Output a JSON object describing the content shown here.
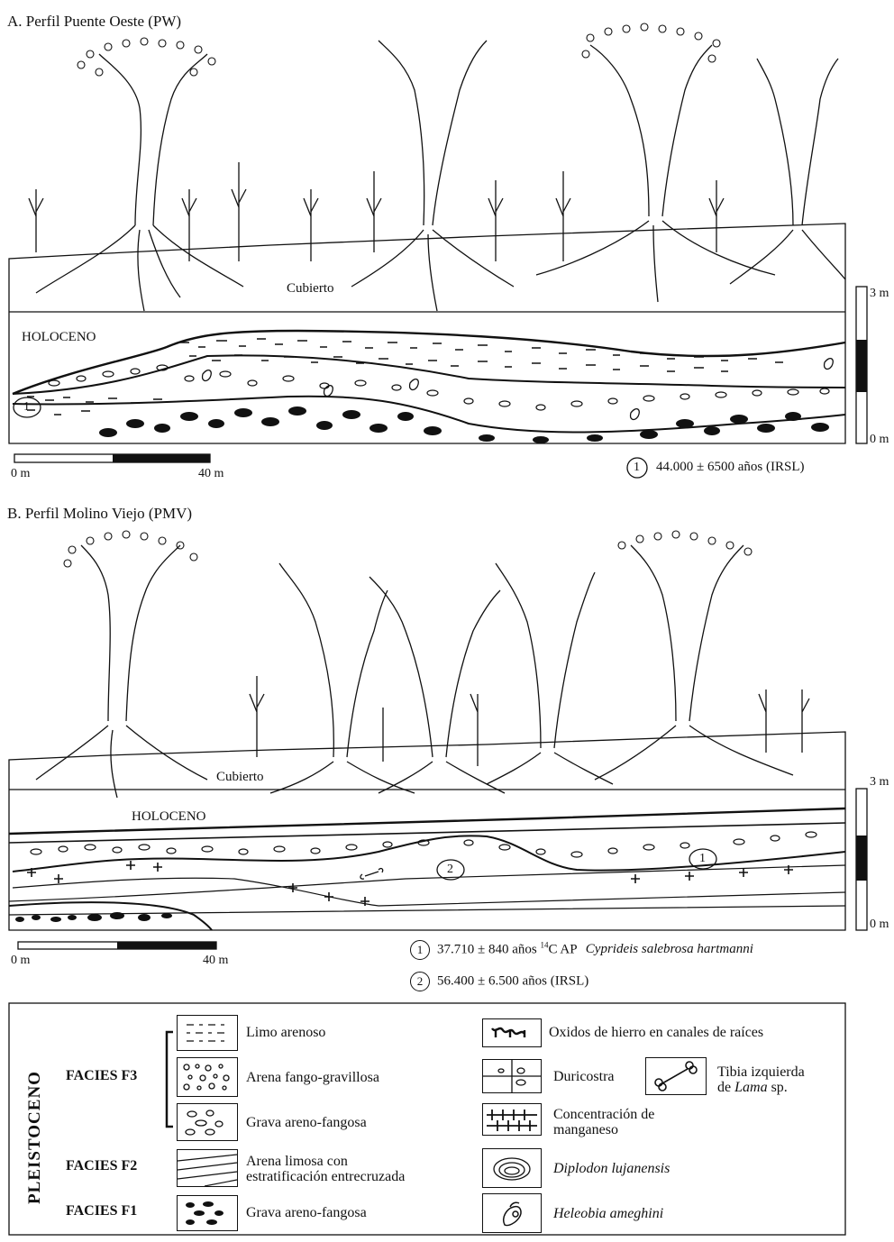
{
  "panel_a": {
    "title": "A. Perfil Puente Oeste (PW)",
    "cubierto": "Cubierto",
    "holoceno": "HOLOCENO",
    "sample_marker": "1",
    "scale_top": "3 m",
    "scale_bottom": "0 m",
    "scale_left": "0 m",
    "scale_right": "40 m",
    "date_marker": "1",
    "date_text": "44.000 ± 6500 años (IRSL)"
  },
  "panel_b": {
    "title": "B. Perfil Molino Viejo (PMV)",
    "cubierto": "Cubierto",
    "holoceno": "HOLOCENO",
    "marker_1": "1",
    "marker_2": "2",
    "scale_top": "3 m",
    "scale_bottom": "0 m",
    "scale_left": "0 m",
    "scale_right": "40 m",
    "date1_marker": "1",
    "date1_text": "37.710 ± 840 años",
    "date1_super": "14",
    "date1_unit": "C AP",
    "date1_species": "Cyprideis salebrosa hartmanni",
    "date2_marker": "2",
    "date2_text": "56.400 ± 6.500 años (IRSL)"
  },
  "legend": {
    "pleistoceno": "PLEISTOCENO",
    "facies_f3": "FACIES F3",
    "facies_f2": "FACIES F2",
    "facies_f1": "FACIES F1",
    "limo_arenoso": "Limo arenoso",
    "arena_fango": "Arena fango-gravillosa",
    "grava_areno_f3": "Grava areno-fangosa",
    "arena_limosa_1": "Arena limosa con",
    "arena_limosa_2": "estratificación entrecruzada",
    "grava_areno_f1": "Grava areno-fangosa",
    "oxidos": "Oxidos de hierro en canales de raíces",
    "duricostra": "Duricostra",
    "tibia_1": "Tibia izquierda",
    "tibia_2a": "de ",
    "tibia_2b": "Lama",
    "tibia_2c": " sp.",
    "manganeso_1": "Concentración de",
    "manganeso_2": "manganeso",
    "diplodon": "Diplodon lujanensis",
    "heleobia": "Heleobia ameghini"
  }
}
